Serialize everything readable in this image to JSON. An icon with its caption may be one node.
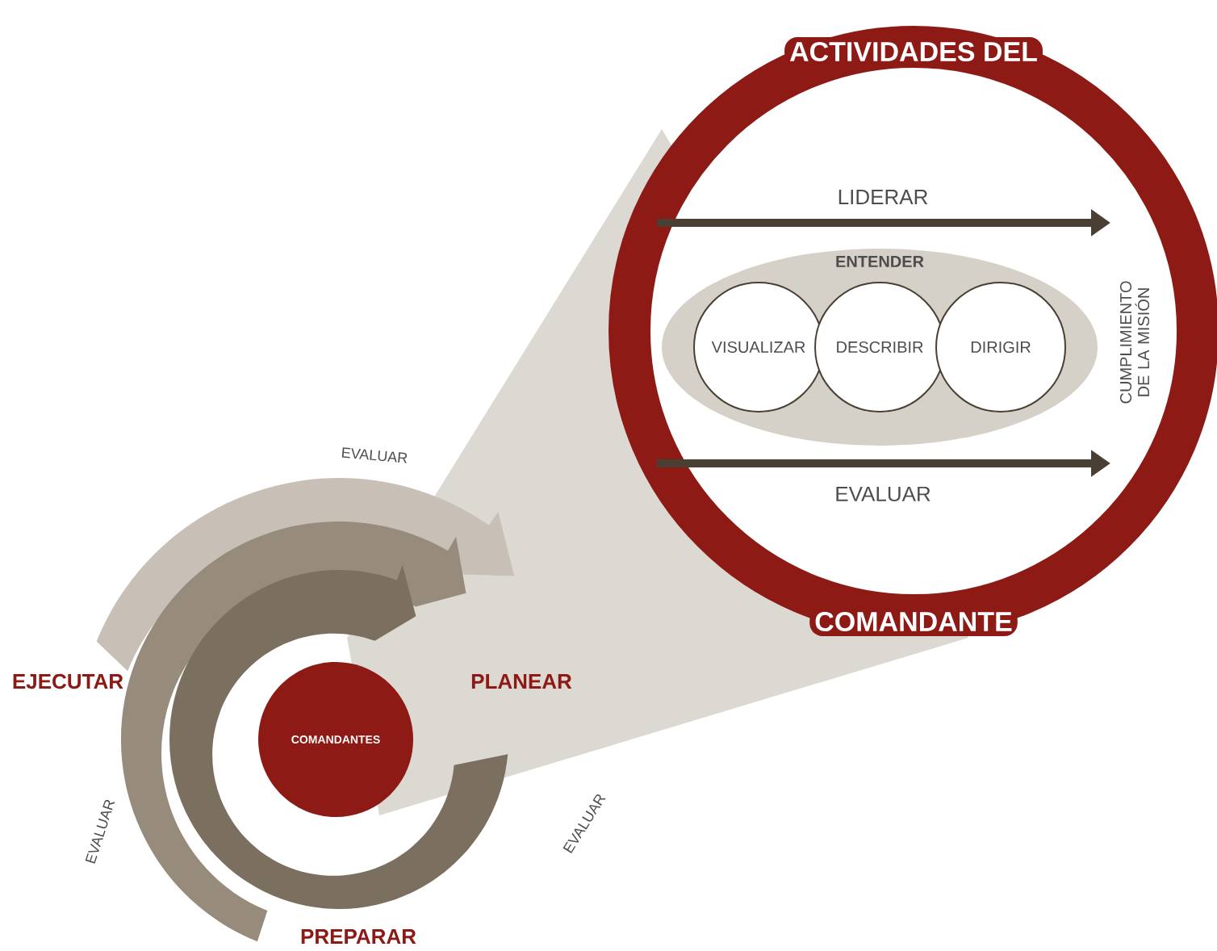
{
  "diagram": {
    "nodes": [
      {
        "text": [
          "ACTIVIDADES DEL",
          "COMANDANTE"
        ]
      },
      {
        "text": [
          "ENTENDER"
        ],
        "in": 0
      },
      {
        "text": [
          "VISUALIZAR"
        ],
        "in": 1
      },
      {
        "text": [
          "DESCRIBIR"
        ],
        "in": 1
      },
      {
        "text": [
          "DIRIGIR"
        ],
        "in": 1
      },
      {
        "text": [
          "CUMPLIMIENTO DE LA MISIÓN"
        ],
        "in": 0
      },
      {
        "text": [
          "COMANDANTES"
        ]
      }
    ],
    "labels": [
      "LIDERAR",
      "EVALUAR",
      "EVALUAR",
      "EJECUTAR",
      "PLANEAR",
      "EVALUAR",
      "EVALUAR",
      "PREPARAR"
    ]
  }
}
